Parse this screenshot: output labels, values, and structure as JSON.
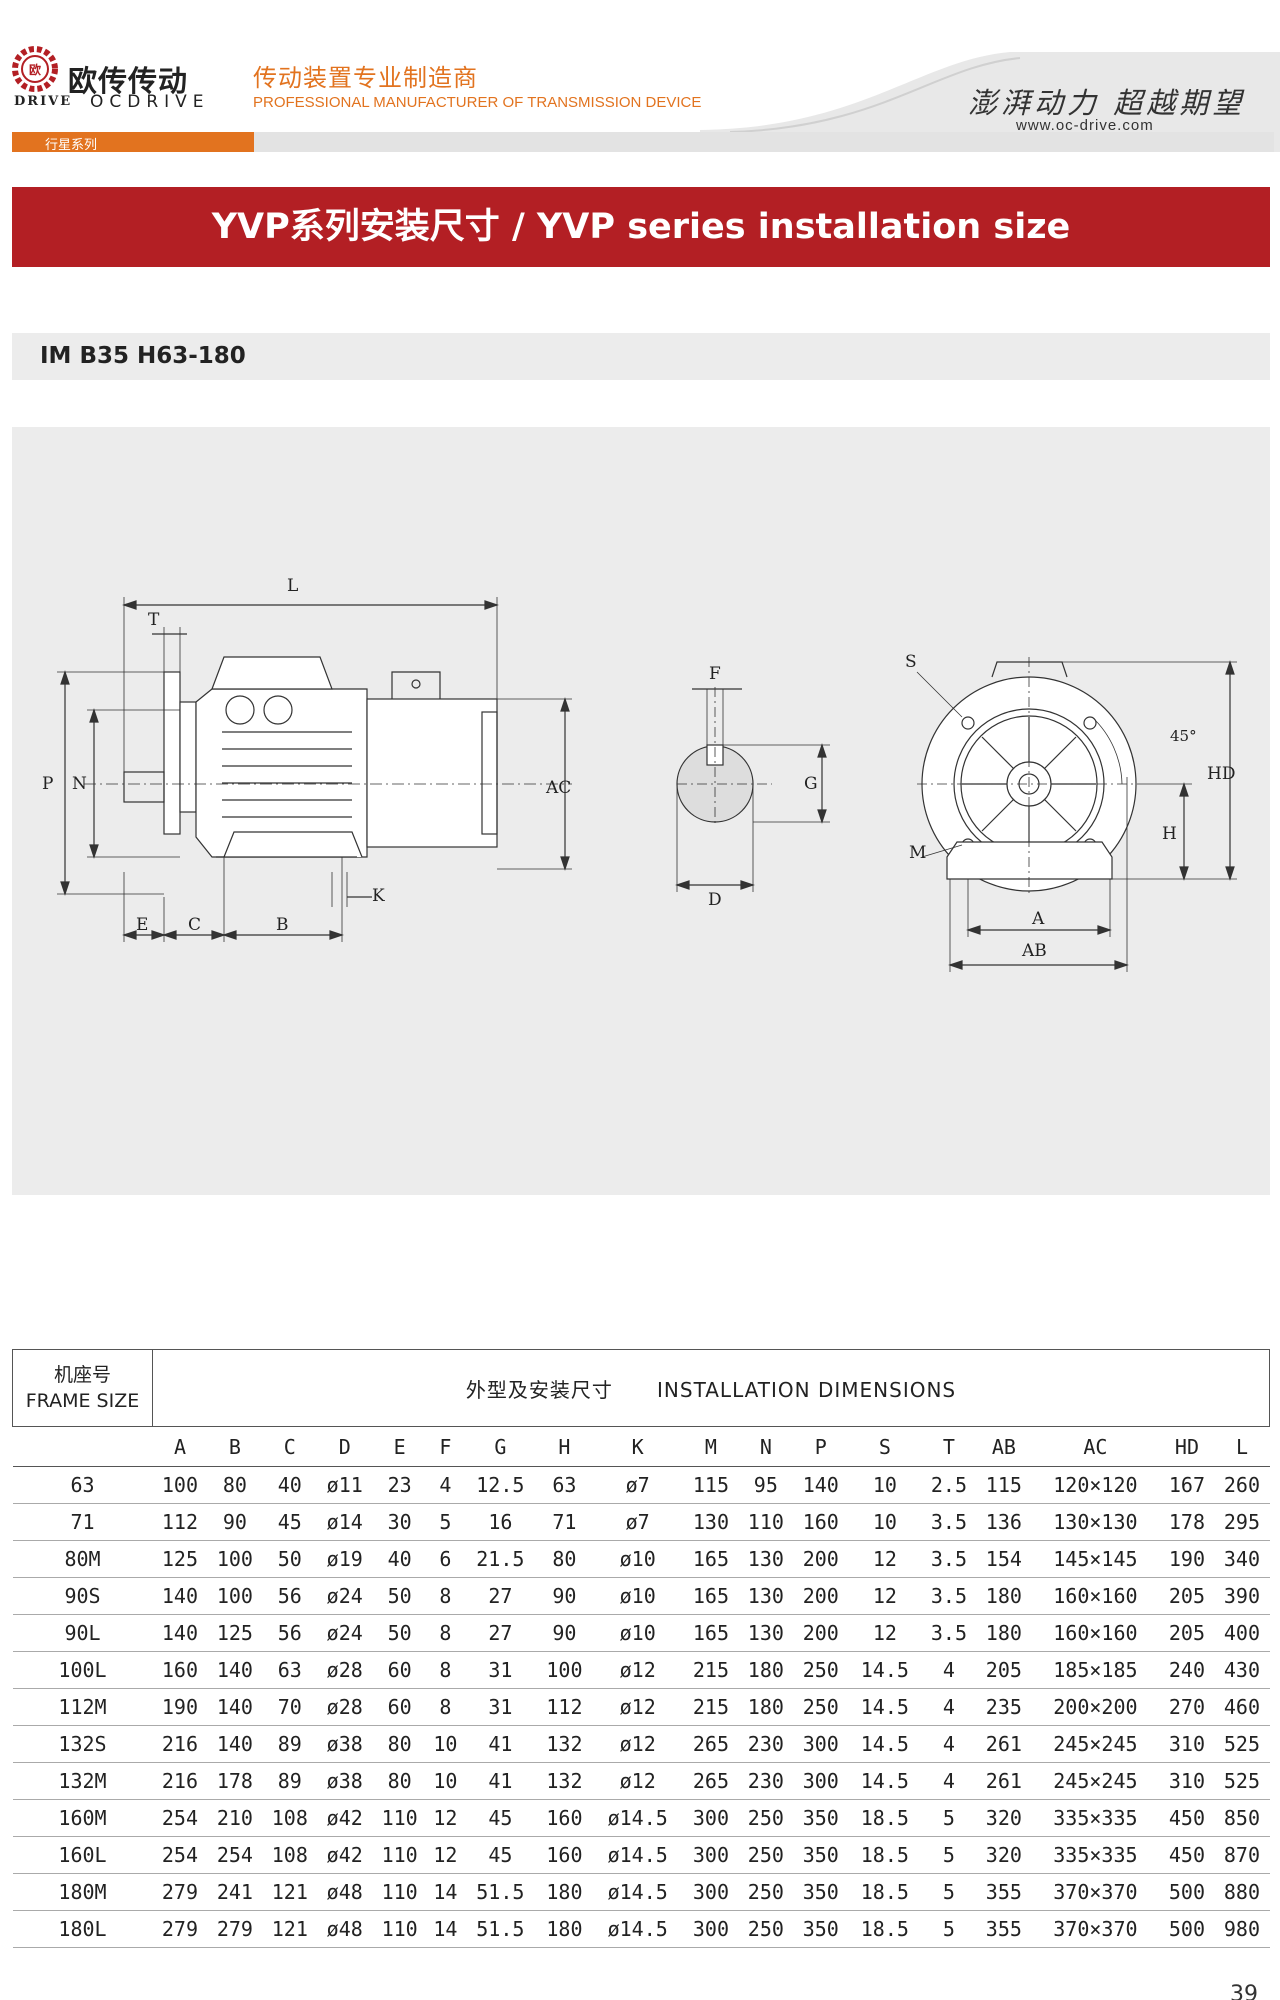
{
  "header": {
    "logo_cn": "欧传传动",
    "logo_en_left": "DRIVE",
    "logo_en_right": "OCDRIVE",
    "slogan_cn": "传动装置专业制造商",
    "slogan_en": "PROFESSIONAL MANUFACTURER OF TRANSMISSION DEVICE",
    "motto": "澎湃动力 超越期望",
    "website": "www.oc-drive.com",
    "series_tab": "行星系列",
    "accent_color": "#e2731f",
    "title_color": "#b31f24"
  },
  "title": "YVP系列安装尺寸 / YVP series installation size",
  "subtitle": "IM B35 H63-180",
  "drawing": {
    "side": {
      "L": "L",
      "T": "T",
      "P": "P",
      "N": "N",
      "AC": "AC",
      "E": "E",
      "C": "C",
      "B": "B",
      "K": "K"
    },
    "shaft": {
      "F": "F",
      "G": "G",
      "D": "D"
    },
    "front": {
      "S": "S",
      "angle": "45°",
      "HD": "HD",
      "H": "H",
      "M": "M",
      "A": "A",
      "AB": "AB"
    }
  },
  "table": {
    "frame_cn": "机座号",
    "frame_en": "FRAME SIZE",
    "dims_cn": "外型及安装尺寸",
    "dims_en": "INSTALLATION DIMENSIONS",
    "columns": [
      "A",
      "B",
      "C",
      "D",
      "E",
      "F",
      "G",
      "H",
      "K",
      "M",
      "N",
      "P",
      "S",
      "T",
      "AB",
      "AC",
      "HD",
      "L"
    ],
    "rows": [
      [
        "63",
        "100",
        "80",
        "40",
        "ø11",
        "23",
        "4",
        "12.5",
        "63",
        "ø7",
        "115",
        "95",
        "140",
        "10",
        "2.5",
        "115",
        "120×120",
        "167",
        "260"
      ],
      [
        "71",
        "112",
        "90",
        "45",
        "ø14",
        "30",
        "5",
        "16",
        "71",
        "ø7",
        "130",
        "110",
        "160",
        "10",
        "3.5",
        "136",
        "130×130",
        "178",
        "295"
      ],
      [
        "80M",
        "125",
        "100",
        "50",
        "ø19",
        "40",
        "6",
        "21.5",
        "80",
        "ø10",
        "165",
        "130",
        "200",
        "12",
        "3.5",
        "154",
        "145×145",
        "190",
        "340"
      ],
      [
        "90S",
        "140",
        "100",
        "56",
        "ø24",
        "50",
        "8",
        "27",
        "90",
        "ø10",
        "165",
        "130",
        "200",
        "12",
        "3.5",
        "180",
        "160×160",
        "205",
        "390"
      ],
      [
        "90L",
        "140",
        "125",
        "56",
        "ø24",
        "50",
        "8",
        "27",
        "90",
        "ø10",
        "165",
        "130",
        "200",
        "12",
        "3.5",
        "180",
        "160×160",
        "205",
        "400"
      ],
      [
        "100L",
        "160",
        "140",
        "63",
        "ø28",
        "60",
        "8",
        "31",
        "100",
        "ø12",
        "215",
        "180",
        "250",
        "14.5",
        "4",
        "205",
        "185×185",
        "240",
        "430"
      ],
      [
        "112M",
        "190",
        "140",
        "70",
        "ø28",
        "60",
        "8",
        "31",
        "112",
        "ø12",
        "215",
        "180",
        "250",
        "14.5",
        "4",
        "235",
        "200×200",
        "270",
        "460"
      ],
      [
        "132S",
        "216",
        "140",
        "89",
        "ø38",
        "80",
        "10",
        "41",
        "132",
        "ø12",
        "265",
        "230",
        "300",
        "14.5",
        "4",
        "261",
        "245×245",
        "310",
        "525"
      ],
      [
        "132M",
        "216",
        "178",
        "89",
        "ø38",
        "80",
        "10",
        "41",
        "132",
        "ø12",
        "265",
        "230",
        "300",
        "14.5",
        "4",
        "261",
        "245×245",
        "310",
        "525"
      ],
      [
        "160M",
        "254",
        "210",
        "108",
        "ø42",
        "110",
        "12",
        "45",
        "160",
        "ø14.5",
        "300",
        "250",
        "350",
        "18.5",
        "5",
        "320",
        "335×335",
        "450",
        "850"
      ],
      [
        "160L",
        "254",
        "254",
        "108",
        "ø42",
        "110",
        "12",
        "45",
        "160",
        "ø14.5",
        "300",
        "250",
        "350",
        "18.5",
        "5",
        "320",
        "335×335",
        "450",
        "870"
      ],
      [
        "180M",
        "279",
        "241",
        "121",
        "ø48",
        "110",
        "14",
        "51.5",
        "180",
        "ø14.5",
        "300",
        "250",
        "350",
        "18.5",
        "5",
        "355",
        "370×370",
        "500",
        "880"
      ],
      [
        "180L",
        "279",
        "279",
        "121",
        "ø48",
        "110",
        "14",
        "51.5",
        "180",
        "ø14.5",
        "300",
        "250",
        "350",
        "18.5",
        "5",
        "355",
        "370×370",
        "500",
        "980"
      ]
    ]
  },
  "page_number": "39"
}
